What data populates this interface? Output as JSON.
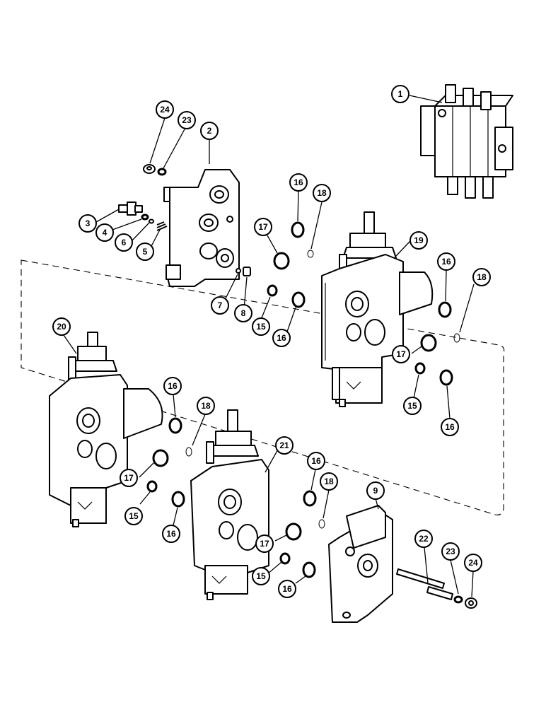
{
  "callouts": {
    "c1": "1",
    "c2": "2",
    "c3": "3",
    "c4": "4",
    "c5": "5",
    "c6": "6",
    "c7": "7",
    "c8": "8",
    "c9": "9",
    "c15a": "15",
    "c15b": "15",
    "c15c": "15",
    "c15d": "15",
    "c16a": "16",
    "c16b": "16",
    "c16c": "16",
    "c16d": "16",
    "c16e": "16",
    "c16f": "16",
    "c16g": "16",
    "c16h": "16",
    "c17a": "17",
    "c17b": "17",
    "c17c": "17",
    "c17d": "17",
    "c18a": "18",
    "c18b": "18",
    "c18c": "18",
    "c18d": "18",
    "c19": "19",
    "c20": "20",
    "c21": "21",
    "c22": "22",
    "c23a": "23",
    "c23b": "23",
    "c24a": "24",
    "c24b": "24"
  }
}
